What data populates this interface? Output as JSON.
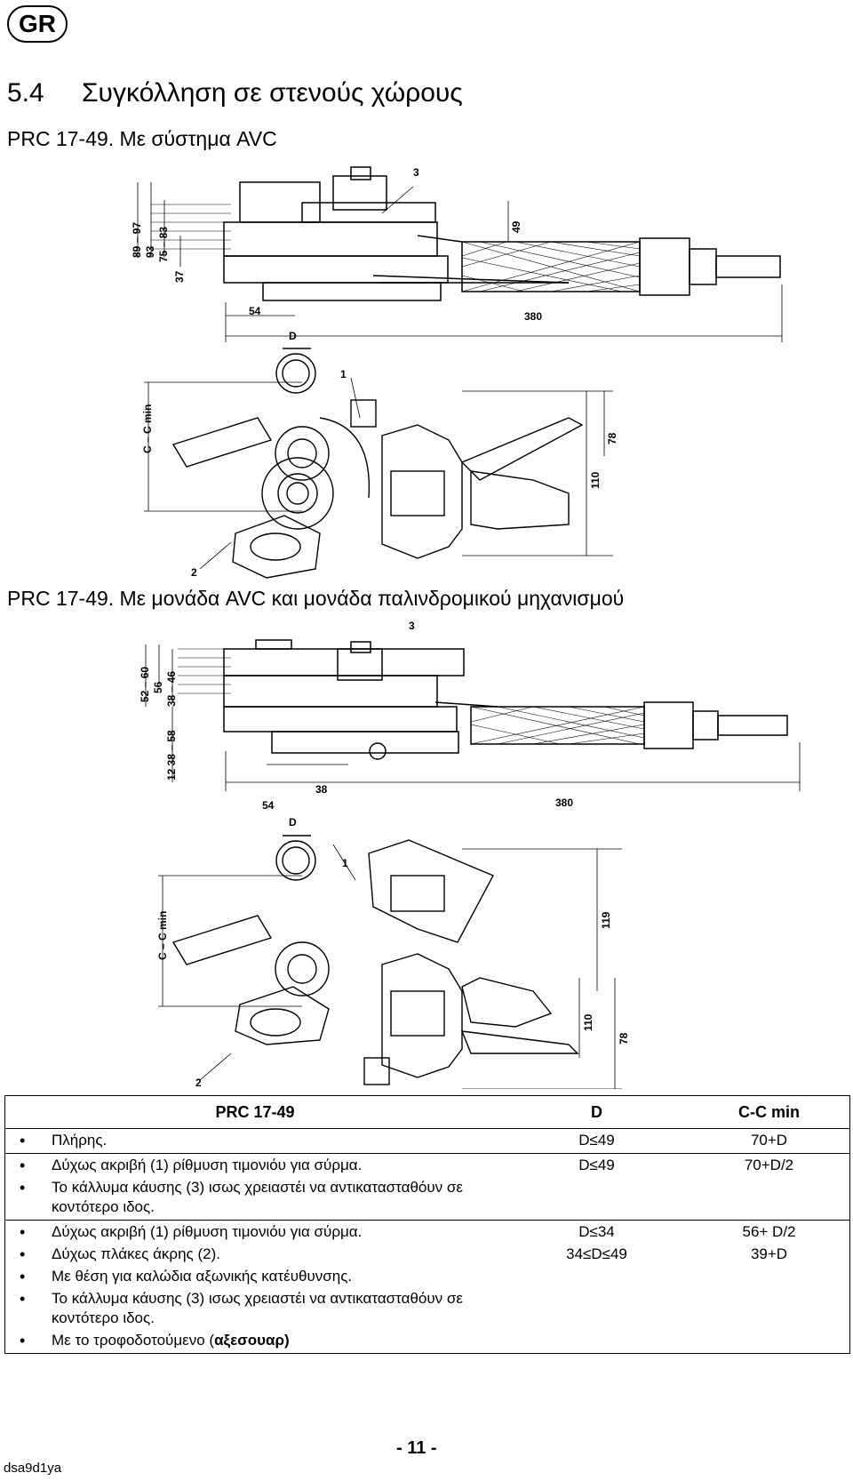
{
  "header": {
    "lang": "GR"
  },
  "section": {
    "number": "5.4",
    "title": "Συγκόλληση σε στενούς χώρους"
  },
  "fig1": {
    "caption": "PRC 17-49. Με σύστημα AVC",
    "dims": {
      "d1": "89 – 97",
      "d2": "93",
      "d3": "75 – 83",
      "d4": "37",
      "d5": "49",
      "d6": "54",
      "d7": "380",
      "d8": "D",
      "d9": "C – C min",
      "d10": "110",
      "d11": "78",
      "c1": "1",
      "c2": "2",
      "c3": "3"
    }
  },
  "fig2": {
    "caption": "PRC 17-49. Με μονάδα AVC και μονάδα παλινδρομικού μηχανισμού",
    "dims": {
      "d1": "52 – 60",
      "d2": "56",
      "d3": "38 – 46",
      "d4": "12 38 – 58",
      "d5": "38",
      "d6": "54",
      "d7": "380",
      "d8": "D",
      "d9": "C – C min",
      "d10": "119",
      "d11": "110",
      "d12": "78",
      "c1": "1",
      "c2": "2",
      "c3": "3"
    }
  },
  "table": {
    "headers": [
      "PRC 17-49",
      "D",
      "C-C min"
    ],
    "rows": [
      {
        "items": [
          "Πλήρης."
        ],
        "d": [
          "D≤49"
        ],
        "cc": [
          "70+D"
        ]
      },
      {
        "items": [
          "Δύχως ακριβή (1) ρίθμυση τιμονιόυ για σύρμα.",
          "Το κάλλυμα κάυσης (3) ισως χρειαστέι να αντικατασταθόυν σε κοντότερο ιδος."
        ],
        "d": [
          "D≤49"
        ],
        "cc": [
          "70+D/2"
        ]
      },
      {
        "items": [
          "Δύχως ακριβή (1) ρίθμυση τιμονιόυ για σύρμα.",
          "Δύχως πλάκες άκρης (2).",
          "Με θέση για καλώδια αξωνικής κατέυθυνσης.",
          "Το κάλλυμα κάυσης (3) ισως χρειαστέι να αντικατασταθόυν σε κοντότερο ιδος."
        ],
        "last_prefix": "Με το τροφοδοτούμενο (",
        "last_bold": "αξεσουαρ)",
        "d": [
          "D≤34",
          "34≤D≤49"
        ],
        "cc": [
          "56+ D/2",
          "39+D"
        ]
      }
    ]
  },
  "footer": {
    "page": "- 11 -",
    "code": "dsa9d1ya"
  }
}
